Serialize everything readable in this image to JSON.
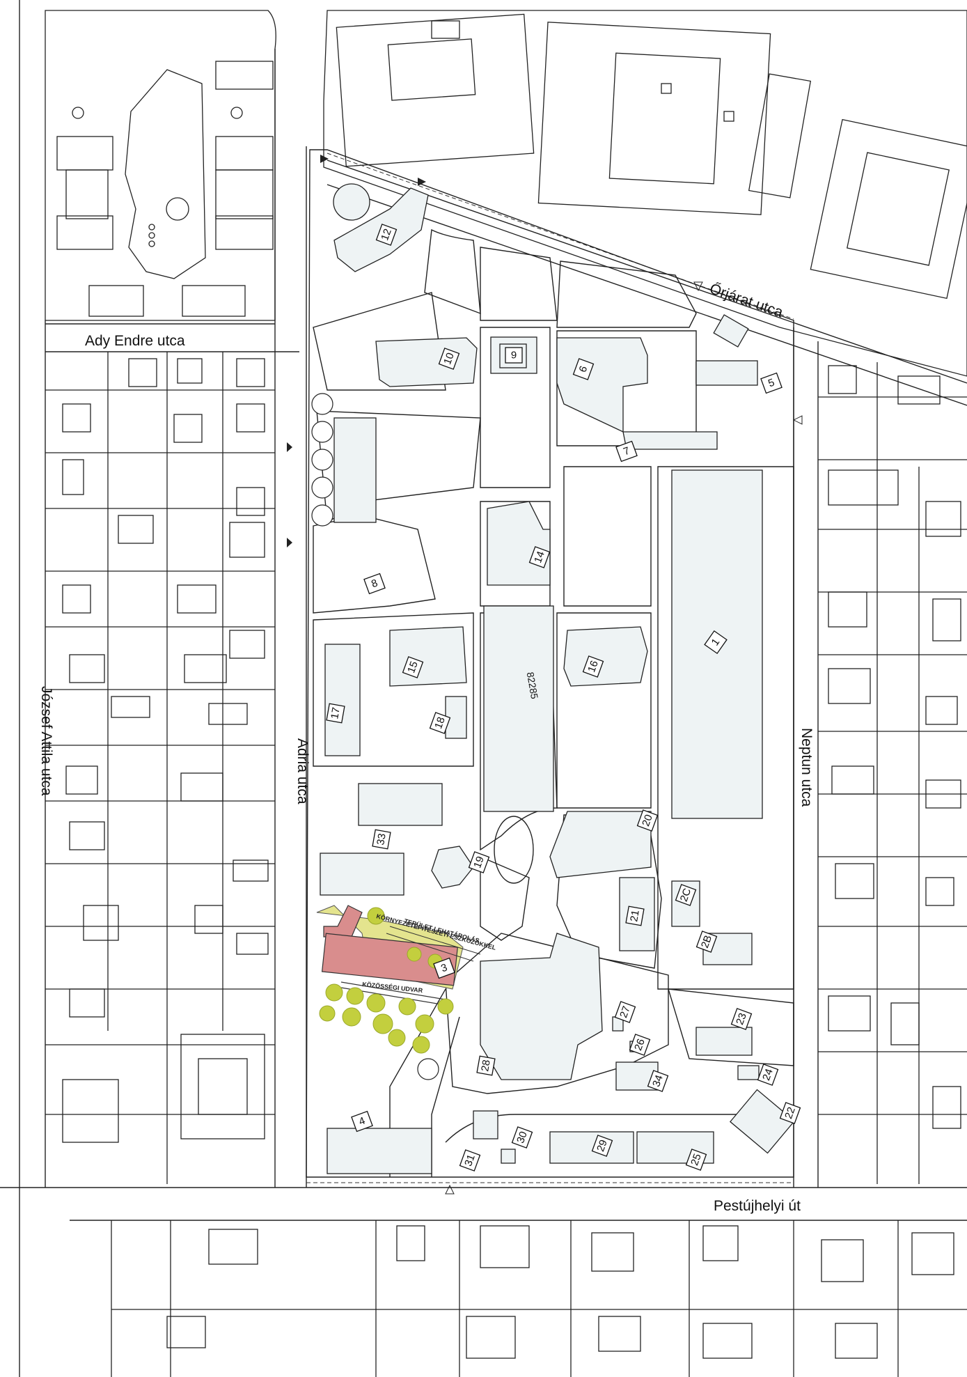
{
  "streets": {
    "ady": "Ady Endre utca",
    "orjarat": "Őrjárat utca",
    "jozsef": "József Attila utca",
    "adria": "Adria utca",
    "neptun": "Neptun utca",
    "pestujhelyi": "Pestújhelyi út"
  },
  "buildings": [
    "1",
    "2C",
    "2B",
    "20",
    "3",
    "4",
    "5",
    "6",
    "7",
    "8",
    "9",
    "10",
    "12",
    "14",
    "15",
    "16",
    "17",
    "18",
    "19",
    "21",
    "22",
    "23",
    "24",
    "25",
    "26",
    "27",
    "28",
    "29",
    "30",
    "31",
    "33",
    "34"
  ],
  "parcel": "82285",
  "annotations": {
    "area_line1": "TERÜLET LEHATÁROLÁS",
    "area_line2": "KÖRNYEZETÉPÍTÉSZETI ESZKÖZÖKKEL",
    "courtyard": "KÖZÖSSÉGI UDVAR"
  },
  "colors": {
    "highlight_building": "#d98d8d",
    "yard": "#e4e48e",
    "trees": "#c3cf3e"
  }
}
